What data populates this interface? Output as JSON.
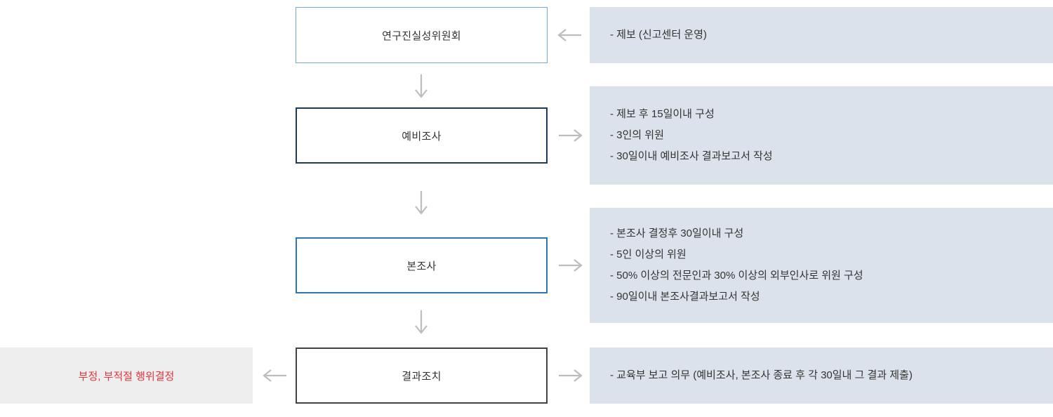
{
  "diagram": {
    "steps": [
      {
        "label": "연구진실성위원회",
        "border_color": "#6fa8dc",
        "box_style": "border-color:#6fa8dc;border-width:1px;"
      },
      {
        "label": "예비조사",
        "border_color": "#1f3b5c",
        "box_style": "border-color:#1f3b5c;border-width:2px;"
      },
      {
        "label": "본조사",
        "border_color": "#2e75b6",
        "box_style": "border-color:#2e75b6;border-width:2px;"
      },
      {
        "label": "결과조치",
        "border_color": "#3f4247",
        "box_style": "border-color:#3f4247;border-width:2px;"
      }
    ],
    "right_panels": [
      {
        "lines": [
          "- 제보 (신고센터 운영)"
        ]
      },
      {
        "lines": [
          "- 제보 후 15일이내 구성",
          "- 3인의 위원",
          "- 30일이내 예비조사 결과보고서 작성"
        ]
      },
      {
        "lines": [
          "- 본조사 결정후 30일이내 구성",
          "- 5인 이상의 위원",
          "- 50% 이상의 전문인과 30% 이상의 외부인사로 위원 구성",
          "- 90일이내 본조사결과보고서 작성"
        ]
      },
      {
        "lines": [
          "- 교육부 보고 의무 (예비조사, 본조사 종료 후 각 30일내 그 결과 제출)"
        ]
      }
    ],
    "left_note": {
      "text": "부정, 부적절 행위결정",
      "text_color": "#e5353b",
      "bg": "#eeeeee"
    },
    "colors": {
      "panel_bg": "#dbe2eb",
      "arrow": "#bdbdbd",
      "text": "#333333",
      "background": "#ffffff"
    }
  }
}
